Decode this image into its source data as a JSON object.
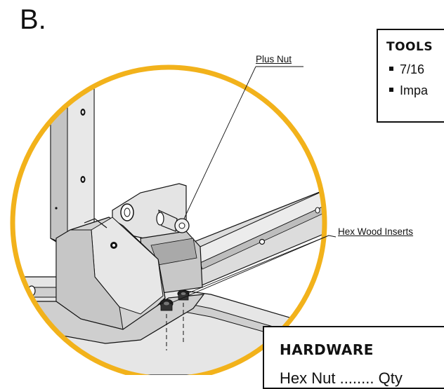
{
  "step": {
    "letter": "B."
  },
  "callouts": {
    "plus_nut": "Plus Nut",
    "hex_wood_inserts": "Hex Wood Inserts"
  },
  "tools_box": {
    "title": "TOOLS",
    "items": [
      "7/16",
      "Impa"
    ]
  },
  "hardware_box": {
    "title": "HARDWARE",
    "item": "Hex Nut ........ Qty"
  },
  "colors": {
    "highlight_circle": "#F2B21B",
    "metal_fill": "#D9D9D9",
    "metal_dark": "#A9A9A9",
    "outline": "#111111"
  }
}
